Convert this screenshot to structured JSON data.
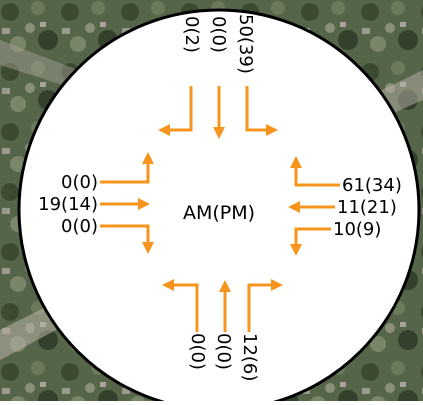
{
  "diagram": {
    "center_label": "AM(PM)",
    "colors": {
      "arrow": "#F7941D",
      "circle_fill": "#FFFFFF",
      "circle_stroke": "#000000",
      "text": "#000000",
      "background": "#4a5a3c"
    },
    "approaches": {
      "north": {
        "left": "50(39)",
        "through": "0(0)",
        "right": "0(2)"
      },
      "south": {
        "left": "0(0)",
        "through": "0(0)",
        "right": "12(6)"
      },
      "west": {
        "left": "0(0)",
        "through": "19(14)",
        "right": "0(0)"
      },
      "east": {
        "left": "10(9)",
        "through": "11(21)",
        "right": "61(34)"
      }
    }
  }
}
